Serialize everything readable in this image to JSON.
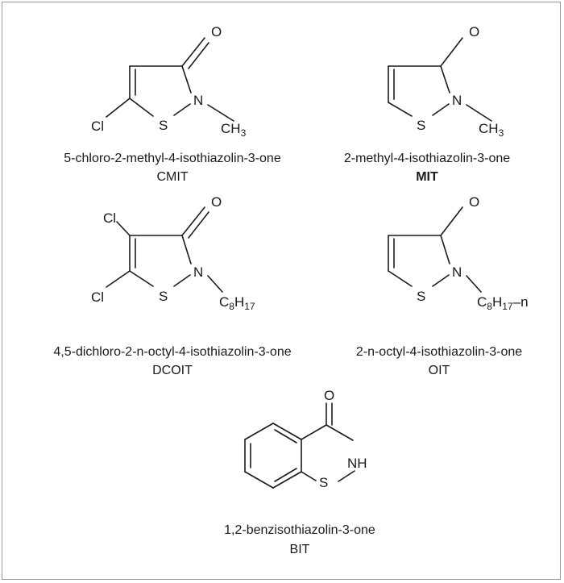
{
  "labels": {
    "O": "O",
    "N": "N",
    "S": "S",
    "Cl": "Cl",
    "NH": "NH",
    "C": "C",
    "H": "H",
    "ch3_c": "CH",
    "ch3_sub": "3",
    "c8_sub": "8",
    "h17_sub": "17",
    "n_suffix": "n"
  },
  "structures": [
    {
      "name": "5-chloro-2-methyl-4-isothiazolin-3-one",
      "abbr": "CMIT"
    },
    {
      "name": "2-methyl-4-isothiazolin-3-one",
      "abbr": "MIT"
    },
    {
      "name": "4,5-dichloro-2-n-octyl-4-isothiazolin-3-one",
      "abbr": "DCOIT"
    },
    {
      "name": "2-n-octyl-4-isothiazolin-3-one",
      "abbr": "OIT"
    },
    {
      "name": "1,2-benzisothiazolin-3-one",
      "abbr": "BIT"
    }
  ]
}
